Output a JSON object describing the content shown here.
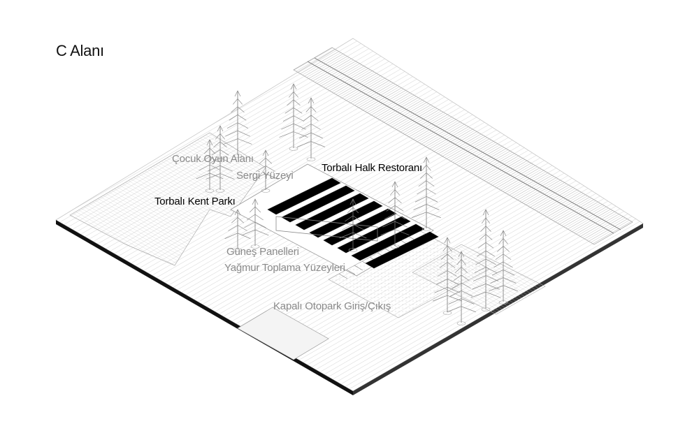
{
  "title": "C Alanı",
  "labels": {
    "cocuk_oyun_alani": "Çocuk Oyun Alanı",
    "sergi_yuzeyi": "Sergi Yüzeyi",
    "halk_restorani": "Torbalı Halk Restoranı",
    "kent_parki": "Torbalı Kent Parkı",
    "gunes_panelleri": "Güneş Panelleri",
    "yagmur_toplama": "Yağmur Toplama Yüzeyleri",
    "kapali_otopark": "Kapalı Otopark Giriş/Çıkış"
  },
  "colors": {
    "line": "#9a9a9a",
    "dark_label": "#000000",
    "grey_label": "#8a8a8a",
    "roof": "#000000"
  },
  "icons": [
    "tree-icon",
    "solar-panel-roof"
  ]
}
